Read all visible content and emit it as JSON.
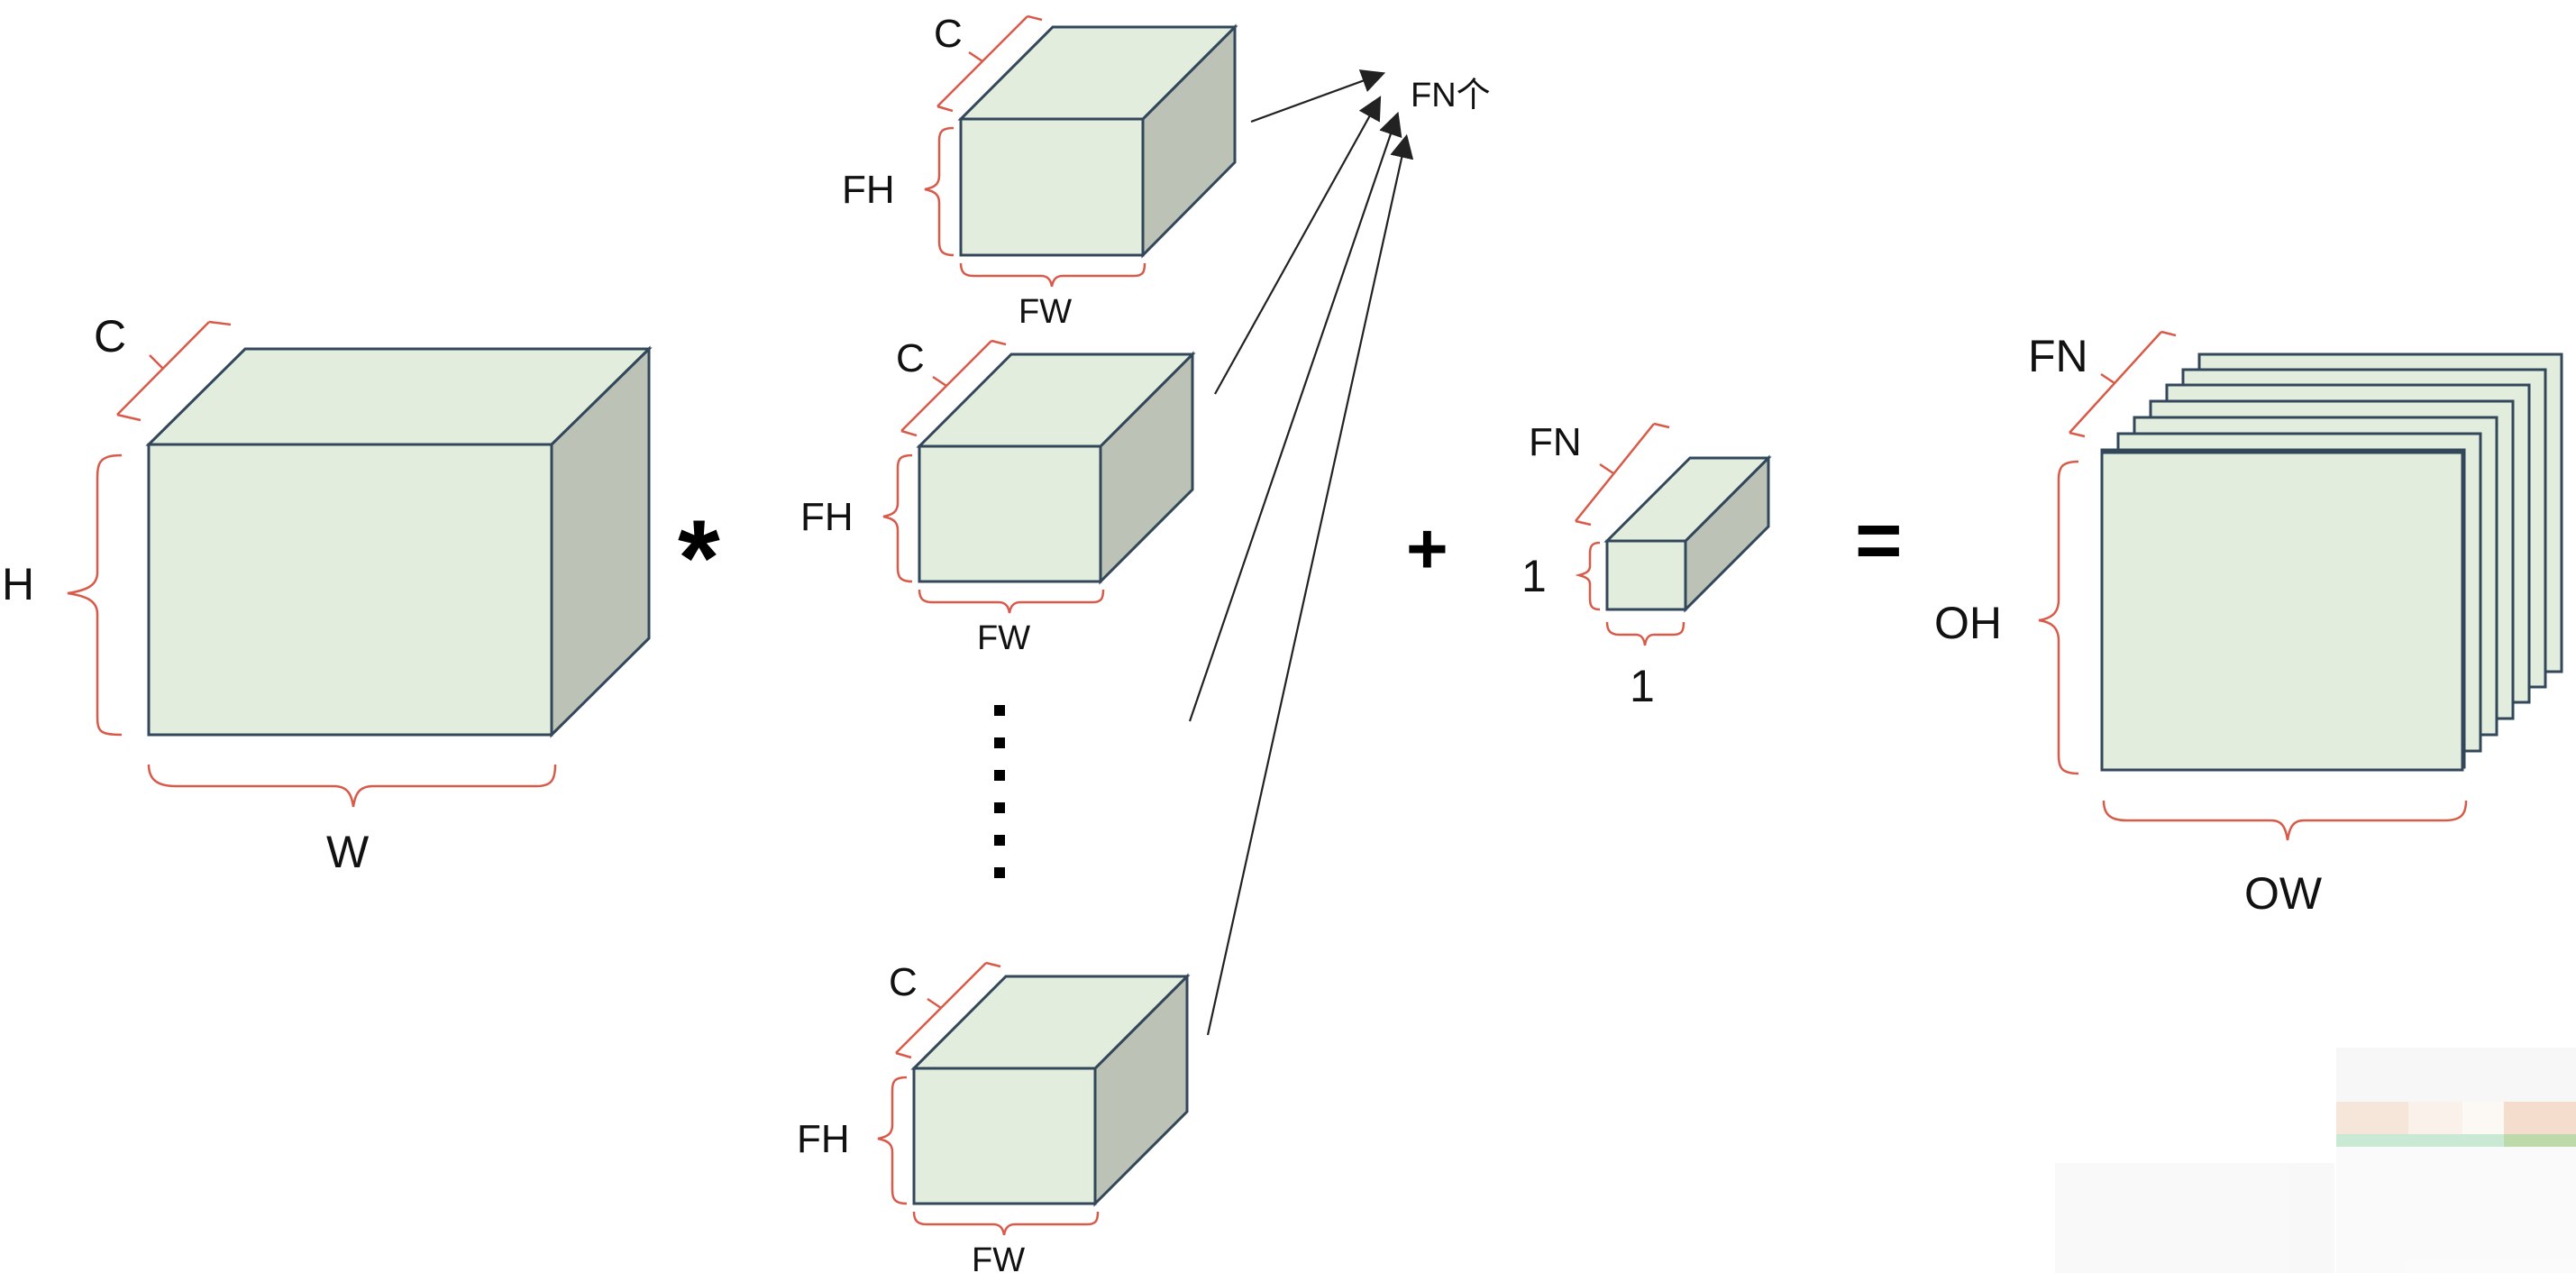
{
  "input": {
    "channels_label": "C",
    "height_label": "H",
    "width_label": "W"
  },
  "operators": {
    "convolution": "*",
    "plus": "+",
    "equals": "="
  },
  "filters": [
    {
      "channels_label": "C",
      "height_label": "FH",
      "width_label": "FW"
    },
    {
      "channels_label": "C",
      "height_label": "FH",
      "width_label": "FW"
    },
    {
      "channels_label": "C",
      "height_label": "FH",
      "width_label": "FW"
    }
  ],
  "filter_count_label": "FN个",
  "ellipsis": "⋮",
  "bias": {
    "depth_label": "FN",
    "height_label": "1",
    "width_label": "1"
  },
  "output": {
    "depth_label": "FN",
    "height_label": "OH",
    "width_label": "OW"
  },
  "colors": {
    "face": "#e3edde",
    "side": "#bcc3b6",
    "edge": "#33475b",
    "brace": "#d85a48"
  }
}
